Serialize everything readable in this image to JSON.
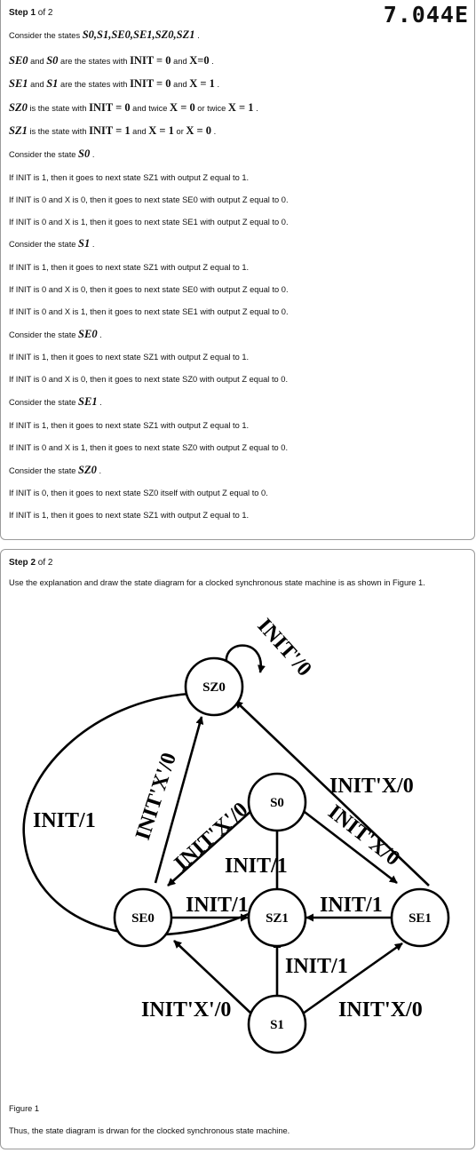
{
  "badge": "7.044E",
  "step1": {
    "label_bold": "Step 1",
    "label_rest": " of 2",
    "intro_prefix": "Consider the states ",
    "states_math": "S0,S1,SE0,SE1,SZ0,SZ1",
    "intro_suffix": " .",
    "defs": [
      {
        "a": "SE0",
        "b": " and ",
        "c": "S0",
        "d": " are the states with ",
        "e": "INIT = 0",
        "f": " and ",
        "g": "X=0",
        "h": " ."
      },
      {
        "a": "SE1",
        "b": " and ",
        "c": "S1",
        "d": " are the states with ",
        "e": "INIT = 0",
        "f": " and ",
        "g": "X = 1",
        "h": " ."
      },
      {
        "a": "SZ0",
        "b": " is the state with ",
        "c": "INIT = 0",
        "d": " and twice ",
        "e": "X = 0",
        "f": " or twice ",
        "g": "X = 1",
        "h": " ."
      },
      {
        "a": "SZ1",
        "b": " is the state with ",
        "c": "INIT = 1",
        "d": " and ",
        "e": "X = 1",
        "f": " or ",
        "g": "X = 0",
        "h": " ."
      }
    ],
    "consider_label": "Consider the state ",
    "groups": [
      {
        "state": "S0",
        "suffix": " .",
        "lines": [
          "If INIT is 1, then it goes to next state SZ1 with output Z equal to 1.",
          "If INIT is 0 and X is 0, then it goes to next state SE0 with output Z equal to 0.",
          "If INIT is 0 and X is 1, then it goes to next state SE1 with output Z equal to 0."
        ]
      },
      {
        "state": "S1",
        "suffix": " .",
        "lines": [
          "If INIT is 1, then it goes to next state SZ1 with output Z equal to 1.",
          "If INIT is 0 and X is 0, then it goes to next state SE0 with output Z equal to 0.",
          "If INIT is 0 and X is 1, then it goes to next state SE1 with output Z equal to 0."
        ]
      },
      {
        "state": "SE0",
        "suffix": " .",
        "lines": [
          "If INIT is 1, then it goes to next state SZ1 with output Z equal to 1.",
          "If INIT is 0 and X is 0, then it goes to next state SZ0 with output Z equal to 0."
        ]
      },
      {
        "state": "SE1",
        "suffix": " .",
        "lines": [
          "If INIT is 1, then it goes to next state SZ1 with output Z equal to 1.",
          "If INIT is 0 and X is 1, then it goes to next state SZ0 with output Z equal to 0."
        ]
      },
      {
        "state": "SZ0",
        "suffix": " .",
        "lines": [
          "If INIT is 0, then it goes to next state SZ0 itself with output Z equal to 0.",
          "If INIT is 1, then it goes to next state SZ1 with output Z equal to 1."
        ]
      }
    ]
  },
  "step2": {
    "label_bold": "Step 2",
    "label_rest": " of 2",
    "intro": "Use the explanation and draw the state diagram for a clocked synchronous state machine is as shown in Figure 1.",
    "diagram": {
      "states": {
        "sz0": "SZ0",
        "s0": "S0",
        "se0": "SE0",
        "sz1": "SZ1",
        "se1": "SE1",
        "s1": "S1"
      },
      "labels": {
        "self_loop": "INIT'/0",
        "se0_to_sz1": "INIT/1",
        "se1_to_sz1": "INIT/1",
        "s1_to_sz1": "INIT/1",
        "s0_to_sz1": "INIT/1",
        "sz0_to_sz1": "INIT/1",
        "se1_to_sz0": "INIT'X/0",
        "se0_to_sz0": "INIT'X'/0",
        "s0_to_se0": "INIT'X'/0",
        "s0_to_se1": "INIT'X/0",
        "s1_to_se0": "INIT'X'/0",
        "s1_to_se1": "INIT'X/0"
      }
    },
    "figure_caption": "Figure 1",
    "conclusion": "Thus, the state diagram is drwan for the clocked synchronous state machine."
  }
}
